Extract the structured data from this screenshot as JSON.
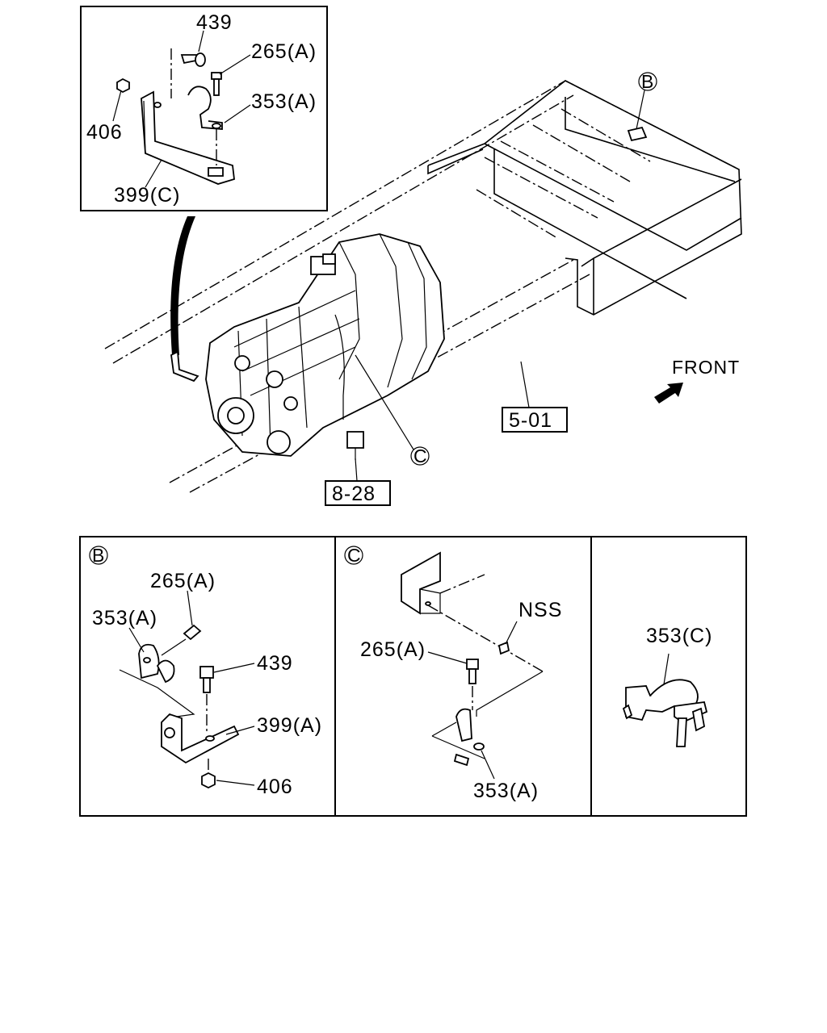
{
  "main": {
    "inset_labels": {
      "l439": "439",
      "l265a": "265(A)",
      "l353a": "353(A)",
      "l406": "406",
      "l399c": "399(C)"
    },
    "callout_b": "B",
    "callout_c": "C",
    "front_label": "FRONT",
    "ref_501": "5-01",
    "ref_828": "8-28"
  },
  "panel_b": {
    "letter": "B",
    "l265a": "265(A)",
    "l353a": "353(A)",
    "l439": "439",
    "l399a": "399(A)",
    "l406": "406"
  },
  "panel_c": {
    "letter": "C",
    "nss": "NSS",
    "l265a": "265(A)",
    "l353a": "353(A)"
  },
  "panel_d": {
    "l353c": "353(C)"
  },
  "icons": {
    "front_arrow": "arrow-icon"
  }
}
